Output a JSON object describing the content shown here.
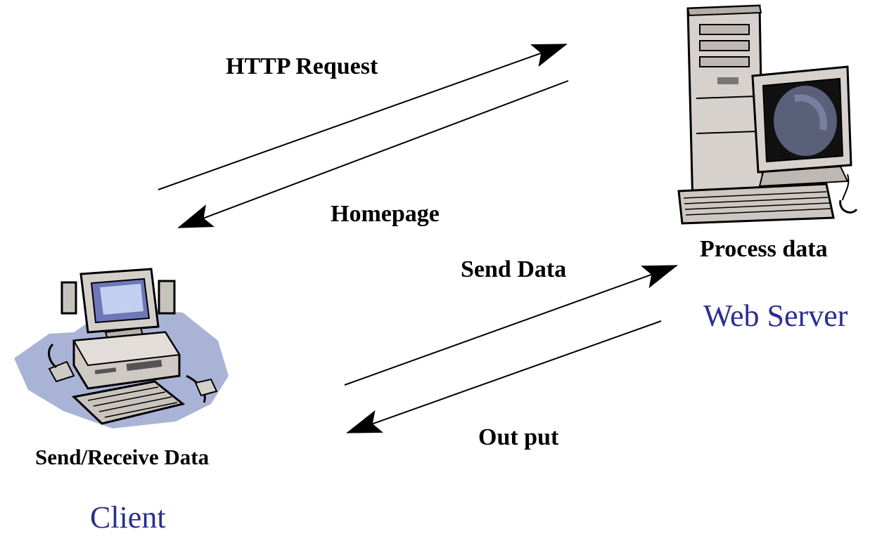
{
  "diagram": {
    "arrows": {
      "http_request": "HTTP Request",
      "homepage": "Homepage",
      "send_data": "Send Data",
      "output": "Out put"
    },
    "client": {
      "caption": "Send/Receive Data",
      "title": "Client",
      "icon": "desktop-computer-icon"
    },
    "server": {
      "caption": "Process data",
      "title": "Web Server",
      "icon": "server-tower-icon"
    },
    "colors": {
      "title": "#2b2f8f",
      "line": "#000000"
    }
  }
}
